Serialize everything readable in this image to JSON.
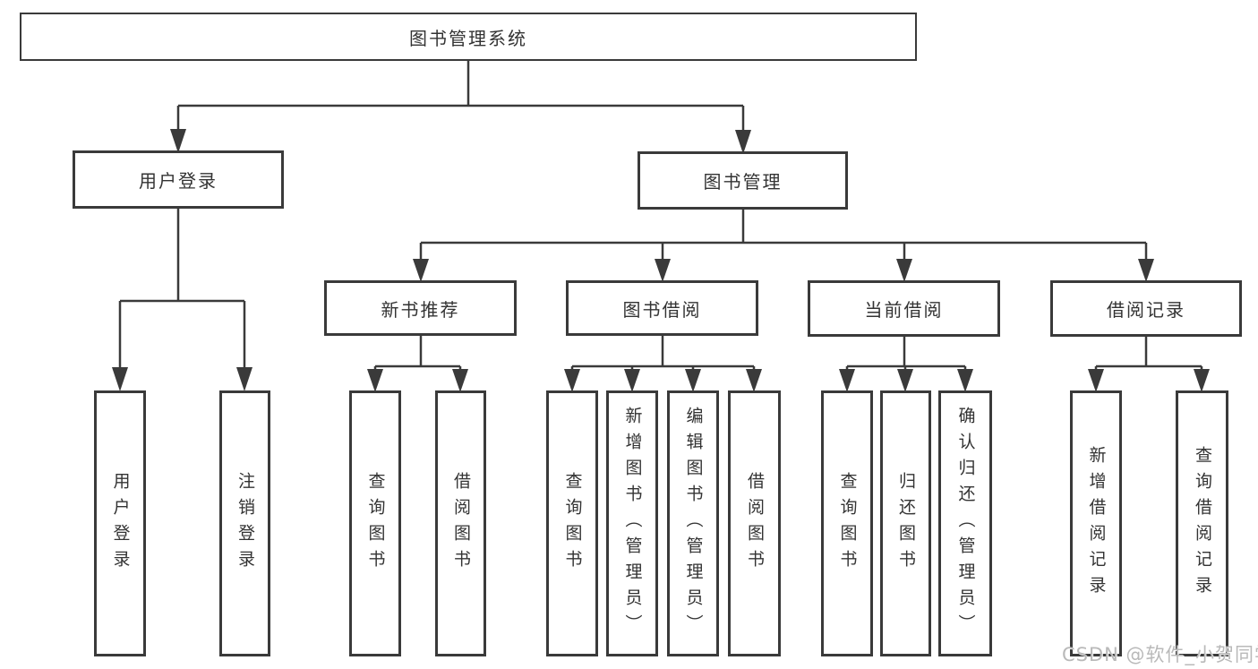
{
  "diagram": {
    "root": {
      "label": "图书管理系统"
    },
    "level2": [
      {
        "label": "用户登录"
      },
      {
        "label": "图书管理"
      }
    ],
    "level3": [
      {
        "label": "新书推荐"
      },
      {
        "label": "图书借阅"
      },
      {
        "label": "当前借阅"
      },
      {
        "label": "借阅记录"
      }
    ],
    "leaves": [
      {
        "label": "用户登录",
        "parent": "用户登录"
      },
      {
        "label": "注销登录",
        "parent": "用户登录"
      },
      {
        "label": "查询图书",
        "parent": "新书推荐"
      },
      {
        "label": "借阅图书",
        "parent": "新书推荐"
      },
      {
        "label": "查询图书",
        "parent": "图书借阅"
      },
      {
        "label": "新增图书（管理员）",
        "parent": "图书借阅"
      },
      {
        "label": "编辑图书（管理员）",
        "parent": "图书借阅"
      },
      {
        "label": "借阅图书",
        "parent": "图书借阅"
      },
      {
        "label": "查询图书",
        "parent": "当前借阅"
      },
      {
        "label": "归还图书",
        "parent": "当前借阅"
      },
      {
        "label": "确认归还（管理员）",
        "parent": "当前借阅"
      },
      {
        "label": "新增借阅记录",
        "parent": "借阅记录"
      },
      {
        "label": "查询借阅记录",
        "parent": "借阅记录"
      }
    ]
  },
  "watermark": "CSDN @软件_小贺同学",
  "colors": {
    "line": "#3a3a3a",
    "text": "#333333",
    "background": "#ffffff",
    "watermark": "#b9b9b9"
  }
}
